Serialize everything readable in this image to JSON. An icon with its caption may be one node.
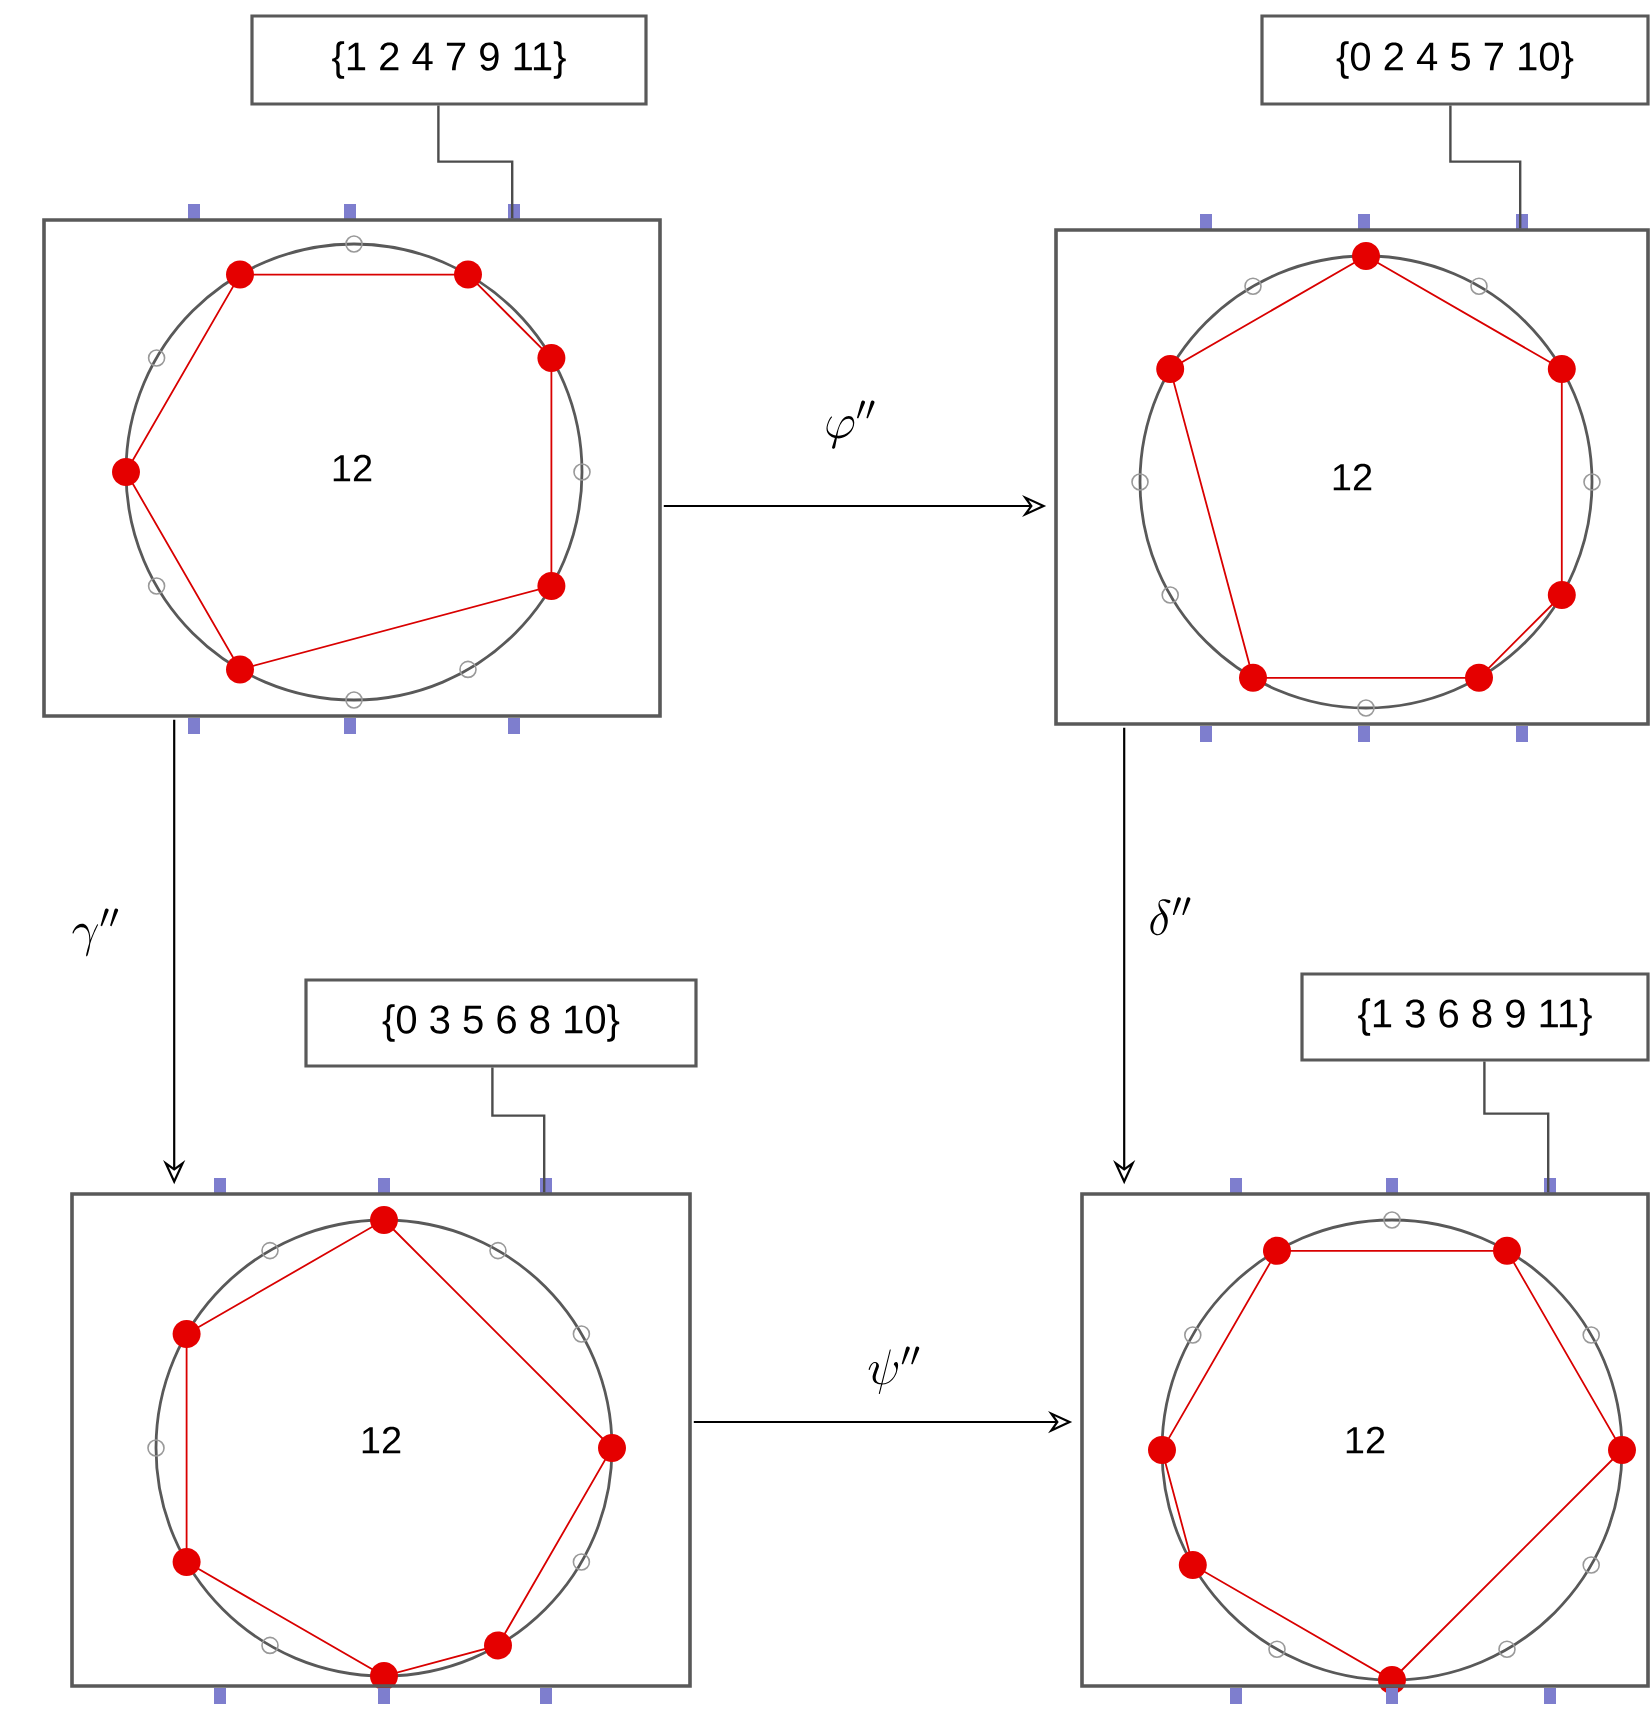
{
  "diagram": {
    "nodes": [
      {
        "text": [
          "{1 2 4 7 9 11}"
        ]
      },
      {
        "text": [
          "12"
        ]
      },
      {
        "text": [
          "{0 2 4 5 7 10}"
        ]
      },
      {
        "text": [
          "12"
        ]
      },
      {
        "text": [
          "{0 3 5 6 8 10}"
        ]
      },
      {
        "text": [
          "12"
        ]
      },
      {
        "text": [
          "{1 3 6 8 9 11}"
        ]
      },
      {
        "text": [
          "12"
        ]
      }
    ],
    "edges": [
      {
        "from": 0,
        "to": 1,
        "arrow": "none"
      },
      {
        "from": 2,
        "to": 3,
        "arrow": "none"
      },
      {
        "from": 4,
        "to": 5,
        "arrow": "none"
      },
      {
        "from": 6,
        "to": 7,
        "arrow": "none"
      },
      {
        "from": 1,
        "to": 3,
        "arrow": "to",
        "label": "\\varphi''"
      },
      {
        "from": 1,
        "to": 5,
        "arrow": "to",
        "label": "\\gamma''"
      },
      {
        "from": 3,
        "to": 7,
        "arrow": "to",
        "label": "\\delta''"
      },
      {
        "from": 5,
        "to": 7,
        "arrow": "to",
        "label": "\\psi''"
      }
    ]
  }
}
